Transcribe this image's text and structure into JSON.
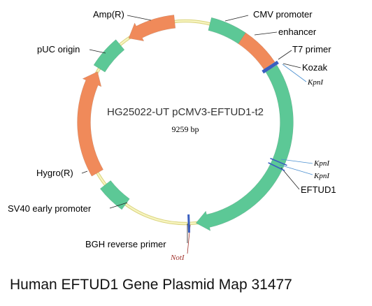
{
  "plasmid": {
    "name": "HG25022-UT pCMV3-EFTUD1-t2",
    "size": "9259 bp"
  },
  "features": {
    "amp": "Amp(R)",
    "cmv": "CMV promoter",
    "enhancer": "enhancer",
    "t7": "T7 primer",
    "kozak": "Kozak",
    "puc": "pUC origin",
    "hygro": "Hygro(R)",
    "sv40": "SV40 early promoter",
    "eftud1": "EFTUD1",
    "bgh": "BGH reverse primer"
  },
  "sites": {
    "kpn1_a": "KpnI",
    "kpn1_b": "KpnI",
    "kpn1_c": "KpnI",
    "not1": "NotI"
  },
  "caption": "Human EFTUD1 Gene Plasmid Map 31477",
  "colors": {
    "backbone": "#f5f0a8",
    "green": "#5cc896",
    "orange": "#f08a5a",
    "blue_site": "#3a5fc0",
    "site_line": "#4a8fd0"
  }
}
